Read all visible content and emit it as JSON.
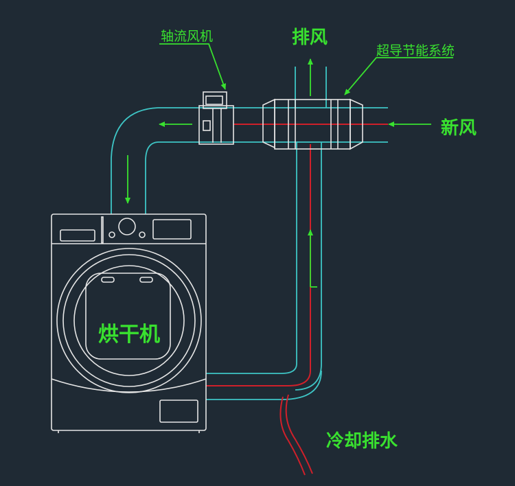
{
  "labels": {
    "axial_fan": "轴流风机",
    "exhaust": "排风",
    "system": "超导节能系统",
    "fresh_air": "新风",
    "dryer": "烘干机",
    "drain": "冷却排水"
  },
  "colors": {
    "background": "#1f2a34",
    "duct": "#3ec6c6",
    "flow": "#d0202a",
    "arrow": "#39e12f",
    "outline": "#e6e6e6"
  }
}
